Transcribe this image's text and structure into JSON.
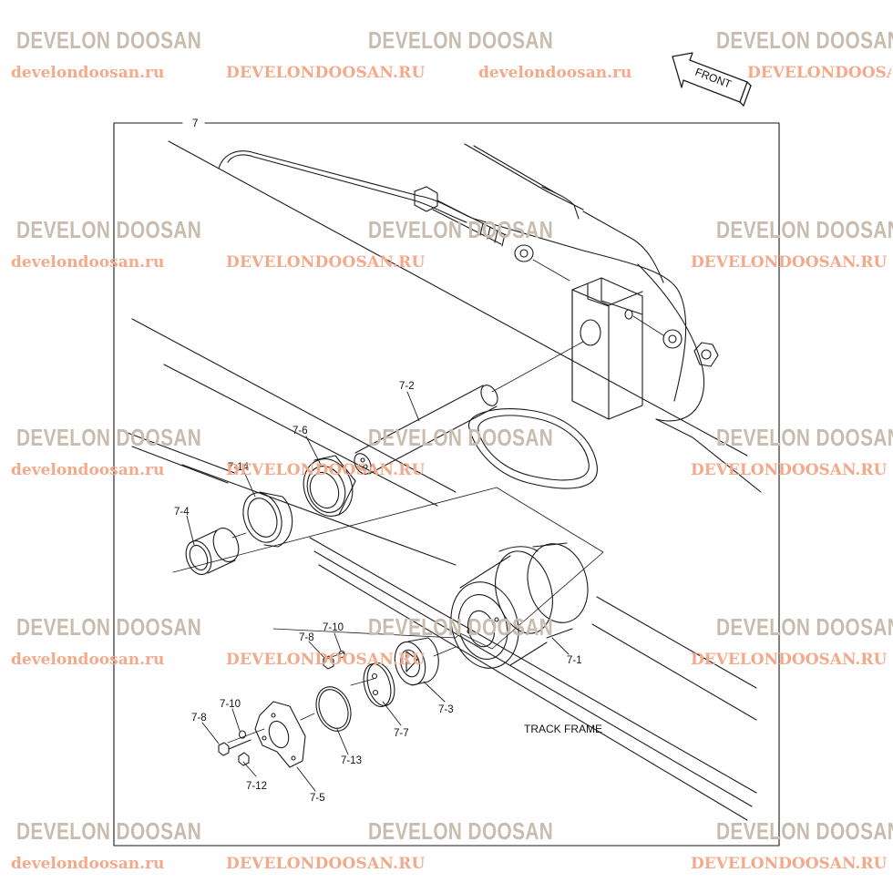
{
  "watermark": {
    "brand": "DEVELON DOOSAN",
    "site_lower": "develondoosan.ru",
    "site_upper": "DEVELONDOOSAN.RU"
  },
  "direction_tag": "FRONT",
  "assembly_number": "7",
  "frame_label": "TRACK FRAME",
  "callouts": {
    "c7_2": "7-2",
    "c7_6": "7-6",
    "c7_14": "7-14",
    "c7_4": "7-4",
    "c7_8a": "7-8",
    "c7_10a": "7-10",
    "c7_1": "7-1",
    "c7_3": "7-3",
    "c7_7": "7-7",
    "c7_13": "7-13",
    "c7_10b": "7-10",
    "c7_8b": "7-8",
    "c7_12": "7-12",
    "c7_5": "7-5"
  },
  "colors": {
    "line": "#1a1a1a",
    "watermark_brand": "#c8bcaf",
    "watermark_site": "#f4a98a",
    "logo_mark": "#f0b090"
  }
}
